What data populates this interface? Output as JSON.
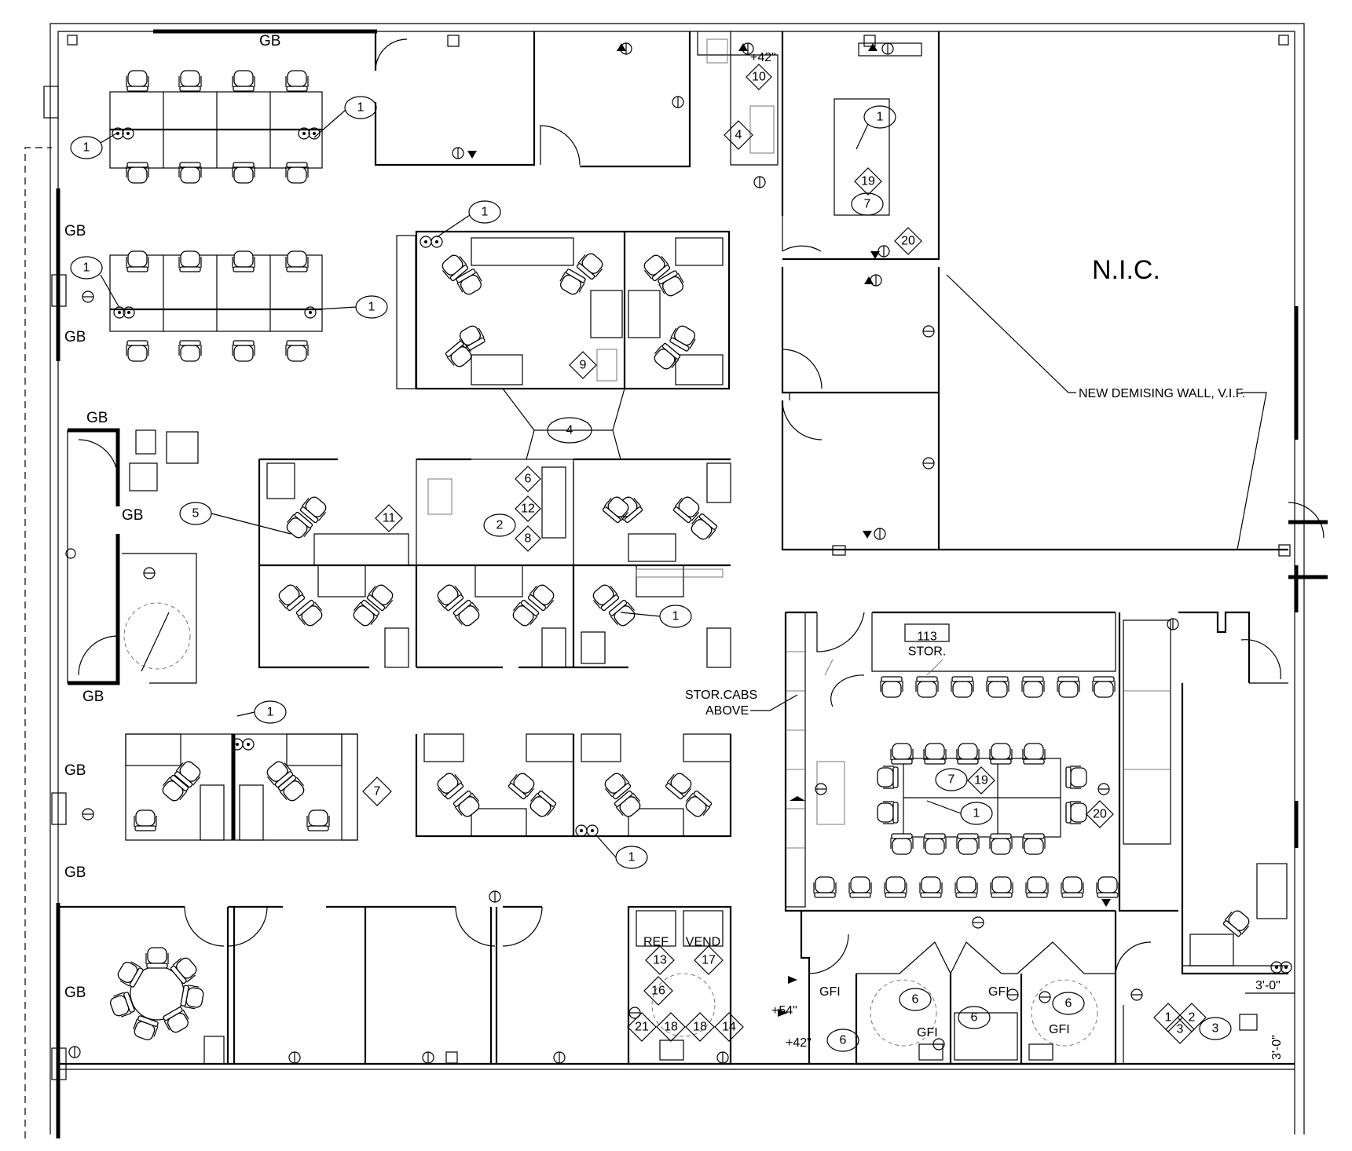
{
  "labels": {
    "gb": "GB",
    "nic": "N.I.C.",
    "demising_wall": "NEW DEMISING WALL, V.I.F.",
    "room_number": "113",
    "room_name": "STOR.",
    "stor_cabs_line1": "STOR.CABS",
    "stor_cabs_line2": "ABOVE",
    "ref": "REF",
    "vend": "VEND",
    "gfi": "GFI",
    "height_54": "+54\"",
    "height_42": "+42\"",
    "dim_3_0": "3'-0\""
  },
  "keynote_circles": [
    "1",
    "1",
    "1",
    "1",
    "1",
    "1",
    "1",
    "1",
    "1",
    "2",
    "3",
    "5",
    "6",
    "6",
    "6",
    "6",
    "7",
    "7",
    "4"
  ],
  "keynote_diamonds": [
    "10",
    "4",
    "19",
    "20",
    "9",
    "6",
    "12",
    "8",
    "11",
    "7",
    "19",
    "20",
    "13",
    "17",
    "16",
    "21",
    "18",
    "18",
    "14",
    "1",
    "2",
    "3"
  ]
}
